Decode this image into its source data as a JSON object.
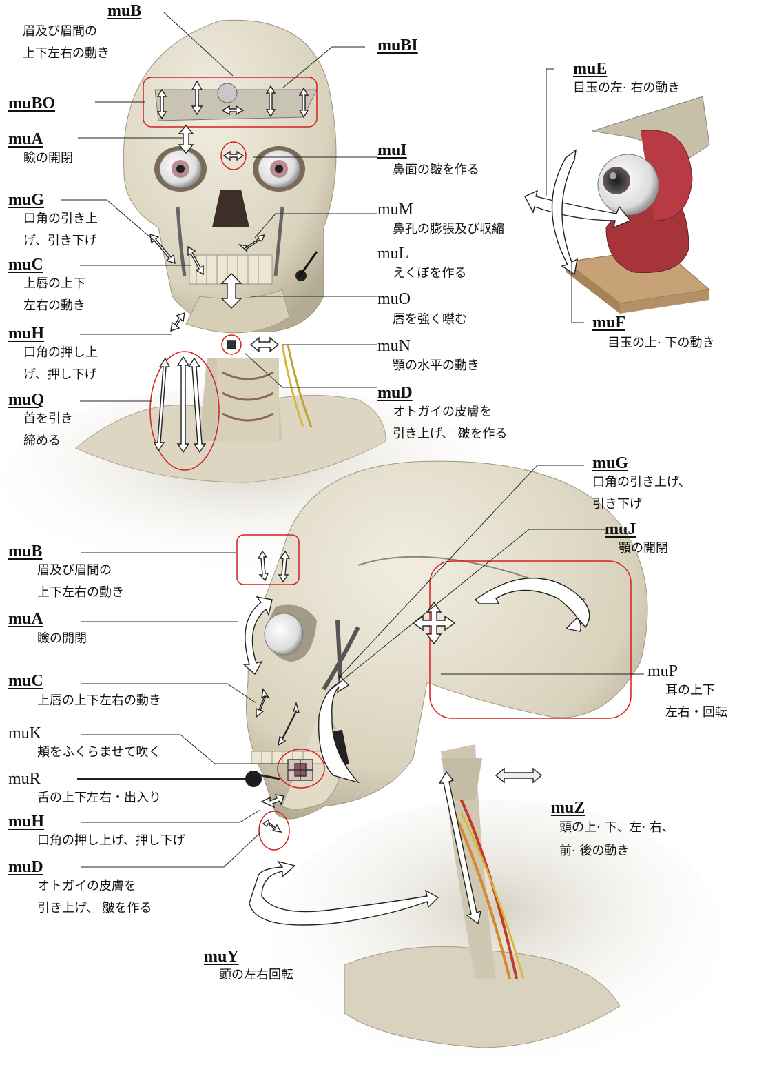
{
  "labels": {
    "muB_front": {
      "code": "muB",
      "desc": [
        "眉及び眉間の",
        "上下左右の動き"
      ]
    },
    "muBI": {
      "code": "muBI"
    },
    "muBO": {
      "code": "muBO"
    },
    "muA_front": {
      "code": "muA",
      "desc": [
        "瞼の開閉"
      ]
    },
    "muI": {
      "code": "muI",
      "desc": [
        "鼻面の皺を作る"
      ]
    },
    "muG_front": {
      "code": "muG",
      "desc": [
        "口角の引き上",
        "げ、引き下げ"
      ]
    },
    "muM": {
      "code": "muM",
      "desc": [
        "鼻孔の膨張及び収縮"
      ]
    },
    "muL": {
      "code": "muL",
      "desc": [
        "えくぼを作る"
      ]
    },
    "muC_front": {
      "code": "muC",
      "desc": [
        "上唇の上下",
        "左右の動き"
      ]
    },
    "muO": {
      "code": "muO",
      "desc": [
        "唇を強く噤む"
      ]
    },
    "muH_front": {
      "code": "muH",
      "desc": [
        "口角の押し上",
        "げ、押し下げ"
      ]
    },
    "muN": {
      "code": "muN",
      "desc": [
        "顎の水平の動き"
      ]
    },
    "muQ": {
      "code": "muQ",
      "desc": [
        "首を引き",
        "締める"
      ]
    },
    "muD_front": {
      "code": "muD",
      "desc": [
        "オトガイの皮膚を",
        "引き上げ、 皺を作る"
      ]
    },
    "muE": {
      "code": "muE",
      "desc": [
        "目玉の左· 右の動き"
      ]
    },
    "muF": {
      "code": "muF",
      "desc": [
        "目玉の上· 下の動き"
      ]
    },
    "muG_side": {
      "code": "muG",
      "desc": [
        "口角の引き上げ、",
        "引き下げ"
      ]
    },
    "muJ": {
      "code": "muJ",
      "desc": [
        "顎の開閉"
      ]
    },
    "muB_side": {
      "code": "muB",
      "desc": [
        "眉及び眉間の",
        "上下左右の動き"
      ]
    },
    "muA_side": {
      "code": "muA",
      "desc": [
        "瞼の開閉"
      ]
    },
    "muP": {
      "code": "muP",
      "desc": [
        "耳の上下",
        "左右・回転"
      ]
    },
    "muC_side": {
      "code": "muC",
      "desc": [
        "上唇の上下左右の動き"
      ]
    },
    "muK": {
      "code": "muK",
      "desc": [
        "頬をふくらませて吹く"
      ]
    },
    "muR": {
      "code": "muR",
      "desc": [
        "舌の上下左右・出入り"
      ]
    },
    "muH_side": {
      "code": "muH",
      "desc": [
        "口角の押し上げ、押し下げ"
      ]
    },
    "muZ": {
      "code": "muZ",
      "desc": [
        "頭の上· 下、左· 右、",
        "前· 後の動き"
      ]
    },
    "muD_side": {
      "code": "muD",
      "desc": [
        "オトガイの皮膚を",
        "引き上げ、 皺を作る"
      ]
    },
    "muY": {
      "code": "muY",
      "desc": [
        "頭の左右回転"
      ]
    }
  },
  "colors": {
    "highlight": "#d42020",
    "bone": "#e8e2cf",
    "muscle": "#b8323c",
    "arrow_fill": "#ffffff",
    "arrow_stroke": "#222222"
  }
}
